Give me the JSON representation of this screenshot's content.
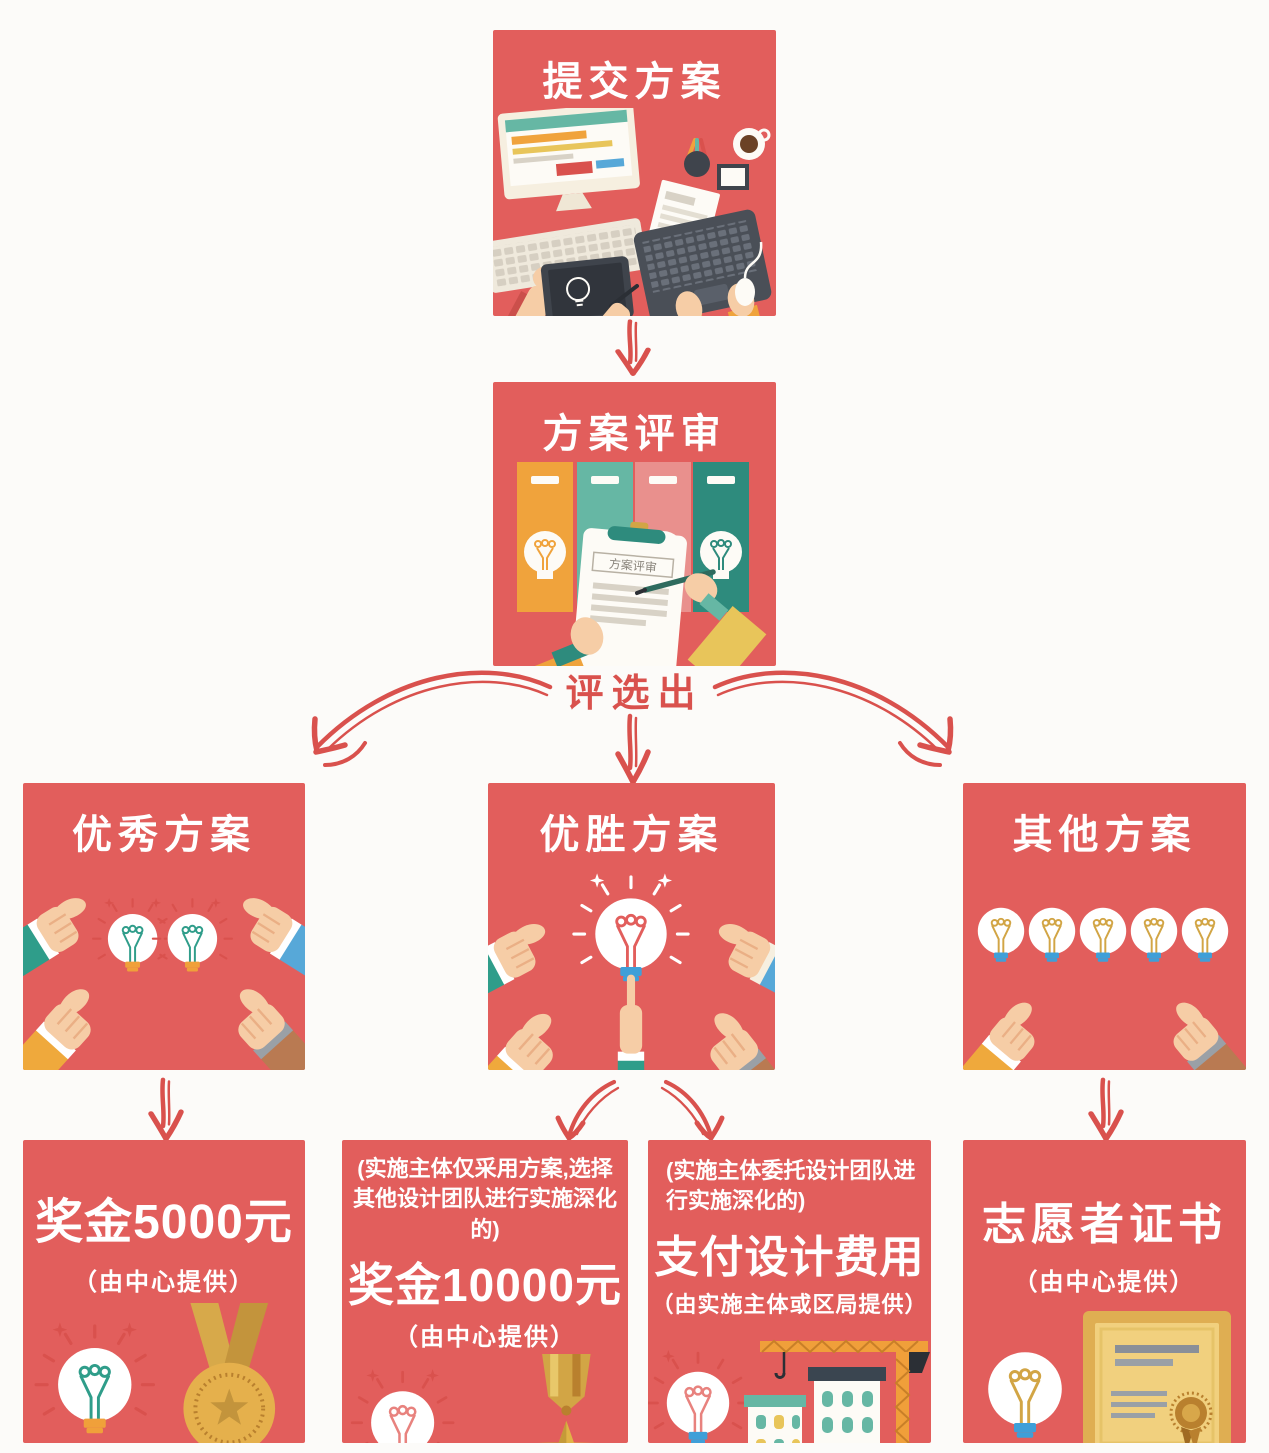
{
  "page": {
    "background": "#fcfbf9"
  },
  "palette": {
    "box_bg": "#e25e5c",
    "arrow_red": "#d9514d",
    "title_white": "#ffffff"
  },
  "flow": {
    "submit": {
      "title": "提交方案",
      "icon": "workspace-illustration"
    },
    "review": {
      "title": "方案评审",
      "clipboard_label": "方案评审",
      "icon": "review-clipboard-illustration"
    },
    "selected_label": "评选出",
    "branches": [
      {
        "title": "优秀方案",
        "icon": "thumbs-two-bulbs-illustration"
      },
      {
        "title": "优胜方案",
        "icon": "thumbs-single-bulb-illustration"
      },
      {
        "title": "其他方案",
        "icon": "five-bulbs-illustration"
      }
    ],
    "outcomes": [
      {
        "title": "奖金5000元",
        "subtitle": "（由中心提供）",
        "icon": "bulb-medal-illustration"
      },
      {
        "pretext": "(实施主体仅采用方案,选择其他设计团队进行实施深化的)",
        "title": "奖金10000元",
        "subtitle": "（由中心提供）",
        "icon": "bulb-star-medal-illustration"
      },
      {
        "pretext": "(实施主体委托设计团队进行实施深化的)",
        "title": "支付设计费用",
        "subtitle": "（由实施主体或区局提供）",
        "icon": "bulb-buildings-crane-illustration"
      },
      {
        "title": "志愿者证书",
        "subtitle": "（由中心提供）",
        "icon": "bulb-certificate-illustration"
      }
    ]
  }
}
